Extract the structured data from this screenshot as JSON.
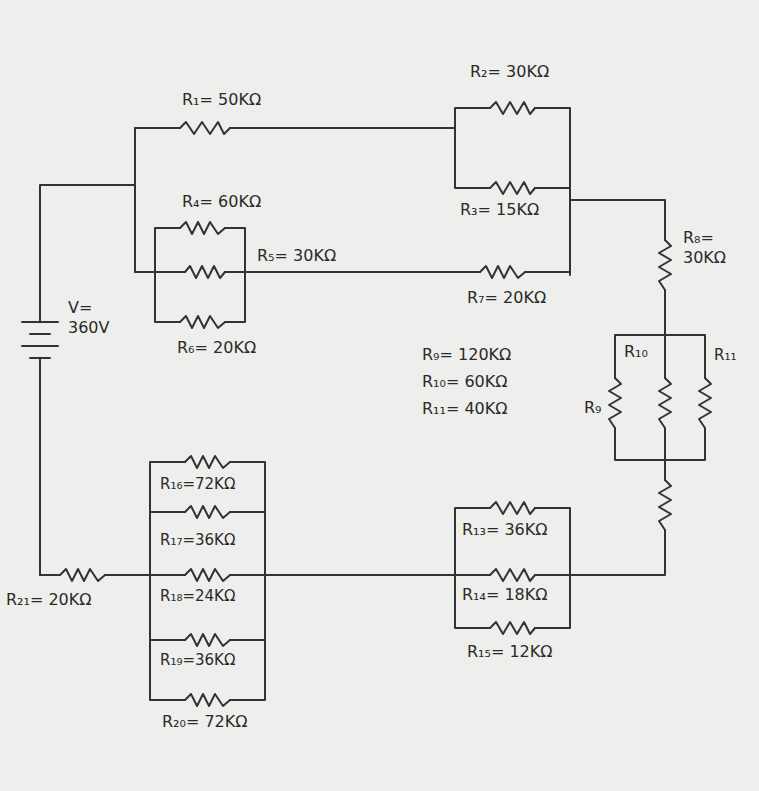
{
  "diagram": {
    "labels": [
      "R₁= 50KΩ",
      "R₂= 30KΩ",
      "R₄= 60KΩ",
      "R₃= 15KΩ",
      "R₈= 30KΩ",
      "R₅= 30KΩ",
      "R₇= 20KΩ",
      "V= 360V",
      "R₆= 20KΩ",
      "R₉= 120KΩ",
      "R₁₀= 60KΩ",
      "R₁₁= 40KΩ",
      "R₁₀",
      "R₁₁",
      "R₉",
      "R₁₆=72KΩ",
      "R₁₃= 36KΩ",
      "R₁₇=36KΩ",
      "R₁₄= 18KΩ",
      "R₁₈=24KΩ",
      "R₂₁= 20KΩ",
      "R₁₅= 12KΩ",
      "R₁₉=36KΩ",
      "R₂₀= 72KΩ"
    ]
  }
}
